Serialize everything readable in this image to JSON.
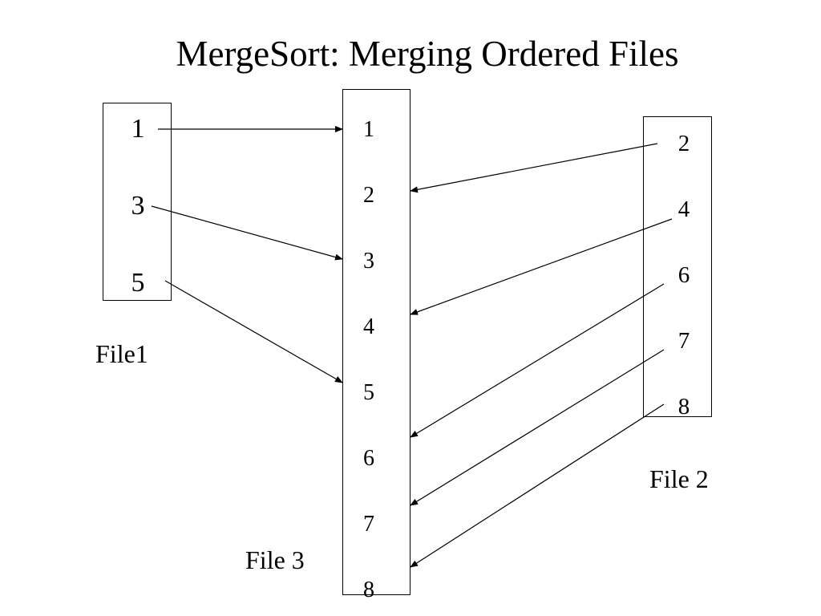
{
  "slide": {
    "title": "MergeSort: Merging Ordered Files"
  },
  "file1": {
    "label": "File1",
    "values": [
      "1",
      "3",
      "5"
    ]
  },
  "file2": {
    "label": "File 2",
    "values": [
      "2",
      "4",
      "6",
      "7",
      "8"
    ]
  },
  "file3": {
    "label": "File 3",
    "values": [
      "1",
      "2",
      "3",
      "4",
      "5",
      "6",
      "7",
      "8"
    ]
  },
  "colors": {
    "line": "#000000",
    "background": "#ffffff"
  }
}
